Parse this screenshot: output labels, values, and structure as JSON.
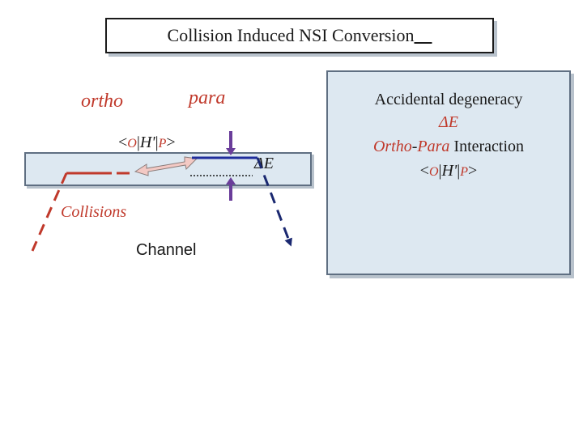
{
  "title": {
    "text": "Collision Induced NSI Conversion",
    "underline_suffix": "    "
  },
  "labels": {
    "ortho": "ortho",
    "para": "para",
    "matrix_element": {
      "open": "<",
      "o": "O",
      "bar1": "|",
      "h": "H'",
      "bar2": "|",
      "p": "P",
      "close": ">"
    },
    "delta_e": "ΔE",
    "collisions": "Collisions",
    "channel": "Channel"
  },
  "info_box": {
    "line1": "Accidental degeneracy",
    "line2": "ΔE",
    "line3_ortho": "Ortho",
    "line3_dash": "-",
    "line3_para": "Para",
    "line3_rest": " Interaction",
    "line4": {
      "open": "<",
      "o": "O",
      "bar1": "|",
      "h": "H'",
      "bar2": "|",
      "p": "P",
      "close": ">"
    }
  },
  "colors": {
    "red": "#c0392b",
    "blue": "#1f2d9c",
    "purple": "#6a3d9a",
    "navy": "#1a2870",
    "box_fill": "#dde8f1",
    "arrow_fill": "#f3c9c4"
  }
}
